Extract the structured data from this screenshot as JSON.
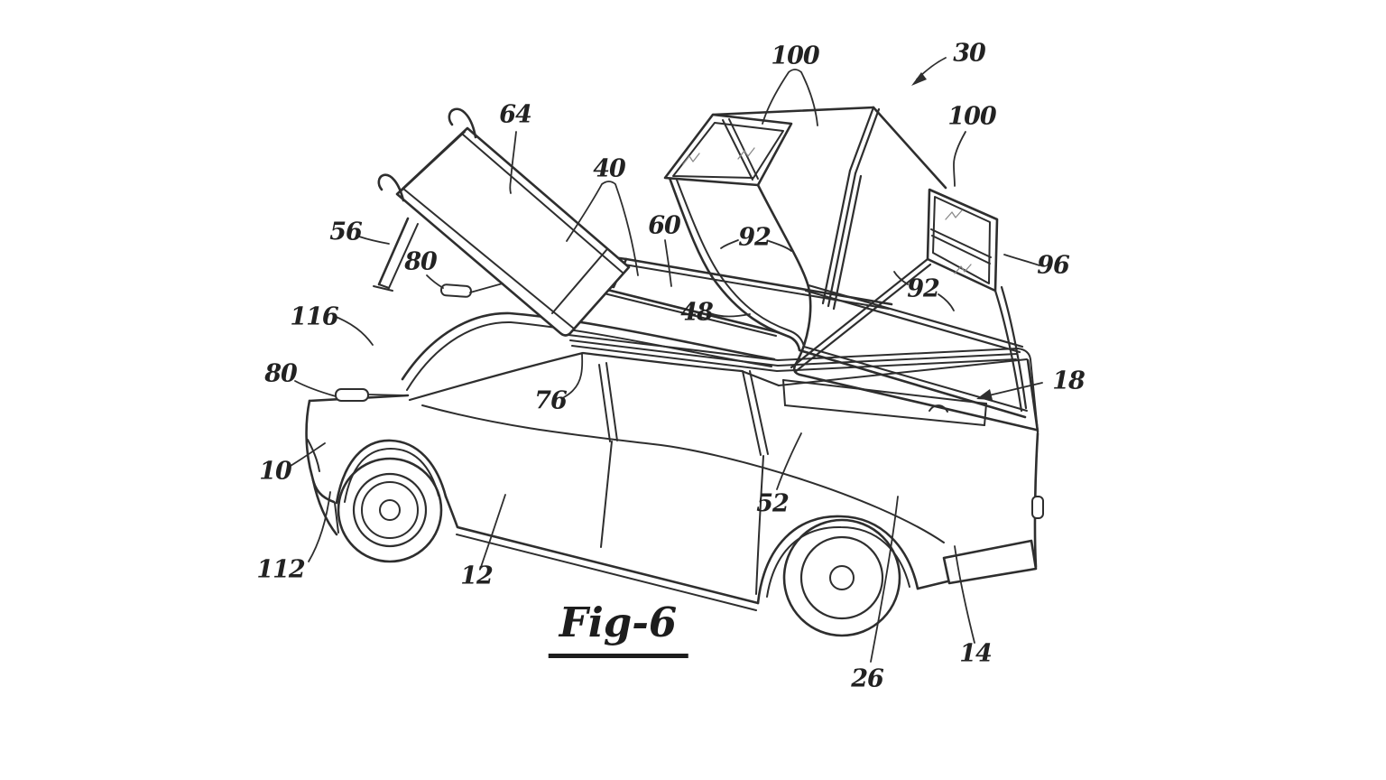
{
  "figure": {
    "kind": "patent-line-drawing",
    "caption": "Fig-6",
    "colors": {
      "background": "#ffffff",
      "ink": "#2e2e2e"
    },
    "reference_labels": [
      {
        "id": "100-front-window",
        "text": "100"
      },
      {
        "id": "30-tent-assembly",
        "text": "30"
      },
      {
        "id": "64-panel",
        "text": "64"
      },
      {
        "id": "100-rear-window",
        "text": "100"
      },
      {
        "id": "40-frame",
        "text": "40"
      },
      {
        "id": "56-leg",
        "text": "56"
      },
      {
        "id": "80-upper-latch",
        "text": "80"
      },
      {
        "id": "60-platform",
        "text": "60"
      },
      {
        "id": "92-left-pole",
        "text": "92"
      },
      {
        "id": "48-rail",
        "text": "48"
      },
      {
        "id": "92-right-pole",
        "text": "92"
      },
      {
        "id": "96-window-frame",
        "text": "96"
      },
      {
        "id": "116-hood",
        "text": "116"
      },
      {
        "id": "80-lower-latch",
        "text": "80"
      },
      {
        "id": "76-roof-rail",
        "text": "76"
      },
      {
        "id": "18-bed",
        "text": "18"
      },
      {
        "id": "10-front-end",
        "text": "10"
      },
      {
        "id": "52-bed-side",
        "text": "52"
      },
      {
        "id": "112-front-corner",
        "text": "112"
      },
      {
        "id": "12-rocker",
        "text": "12"
      },
      {
        "id": "26-rear-wheel-area",
        "text": "26"
      },
      {
        "id": "14-rear-quarter",
        "text": "14"
      }
    ]
  }
}
